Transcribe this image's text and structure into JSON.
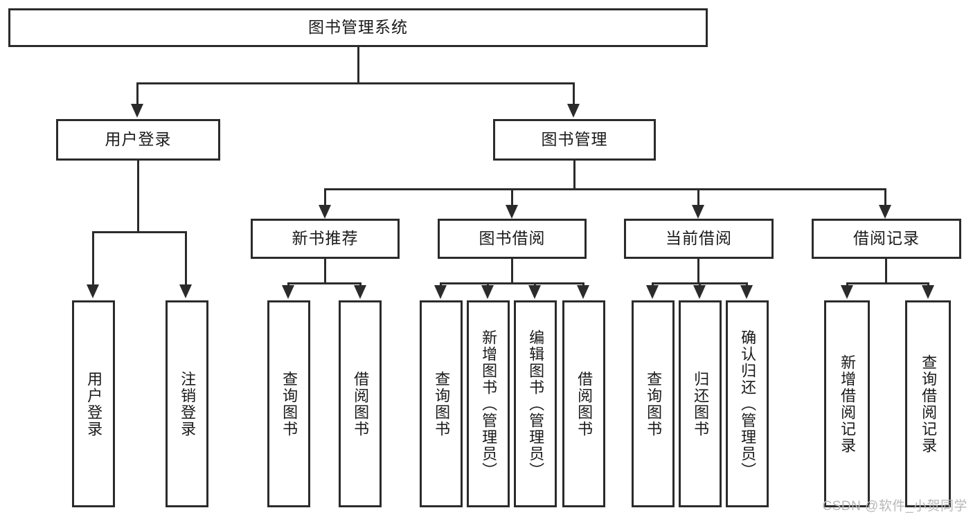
{
  "diagram": {
    "title": "图书管理系统",
    "type": "tree",
    "root": {
      "id": "root",
      "label": "图书管理系统"
    },
    "level2": [
      {
        "id": "user-login",
        "label": "用户登录"
      },
      {
        "id": "book-manage",
        "label": "图书管理"
      }
    ],
    "level3": [
      {
        "id": "new-book-recommend",
        "label": "新书推荐",
        "parent": "book-manage"
      },
      {
        "id": "book-borrow",
        "label": "图书借阅",
        "parent": "book-manage"
      },
      {
        "id": "current-borrow",
        "label": "当前借阅",
        "parent": "book-manage"
      },
      {
        "id": "borrow-record",
        "label": "借阅记录",
        "parent": "book-manage"
      }
    ],
    "leaves": {
      "user-login": [
        {
          "id": "leaf-user-login",
          "label": "用户登录"
        },
        {
          "id": "leaf-user-logout",
          "label": "注销登录"
        }
      ],
      "new-book-recommend": [
        {
          "id": "leaf-query-book-1",
          "label": "查询图书"
        },
        {
          "id": "leaf-borrow-book-1",
          "label": "借阅图书"
        }
      ],
      "book-borrow": [
        {
          "id": "leaf-query-book-2",
          "label": "查询图书"
        },
        {
          "id": "leaf-add-book",
          "label": "新增图书（管理员）"
        },
        {
          "id": "leaf-edit-book",
          "label": "编辑图书（管理员）"
        },
        {
          "id": "leaf-borrow-book-2",
          "label": "借阅图书"
        }
      ],
      "current-borrow": [
        {
          "id": "leaf-query-book-3",
          "label": "查询图书"
        },
        {
          "id": "leaf-return-book",
          "label": "归还图书"
        },
        {
          "id": "leaf-confirm-return",
          "label": "确认归还（管理员）"
        }
      ],
      "borrow-record": [
        {
          "id": "leaf-add-record",
          "label": "新增借阅记录"
        },
        {
          "id": "leaf-query-record",
          "label": "查询借阅记录"
        }
      ]
    }
  },
  "watermark": {
    "text": "CSDN @软件_小贺同学"
  },
  "colors": {
    "line": "#2b2b2b",
    "box_fill": "#ffffff",
    "text": "#1a1a1a",
    "watermark": "#b8b8b8",
    "background": "#ffffff"
  }
}
